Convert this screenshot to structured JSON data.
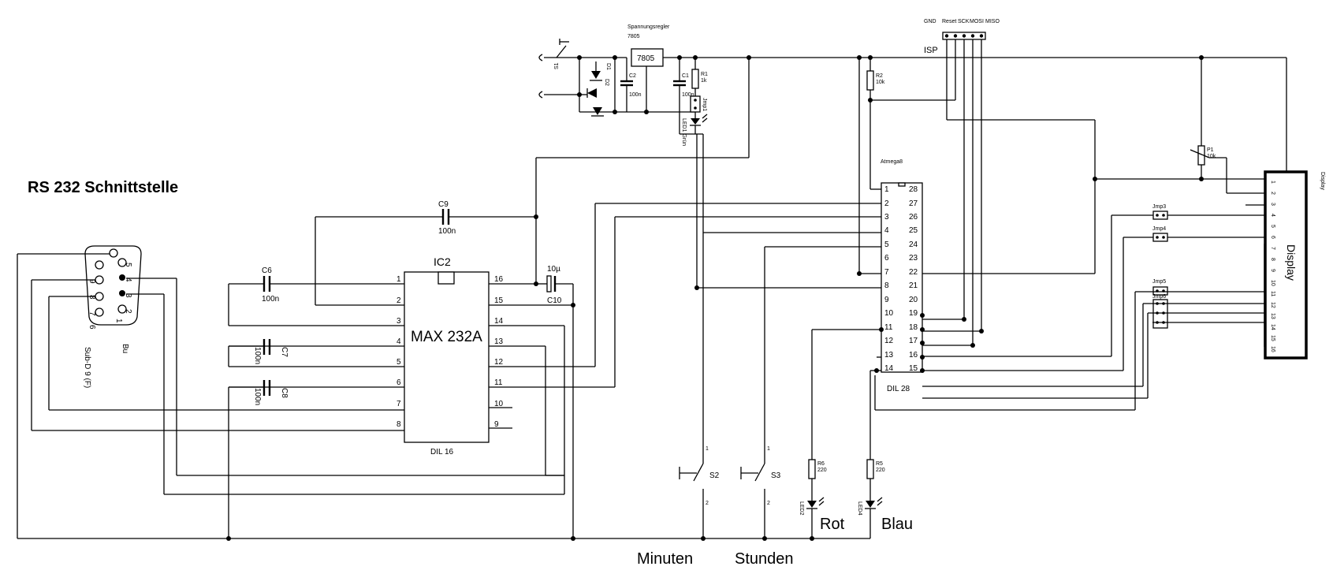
{
  "labels": {
    "rs232_title": "RS 232 Schnittstelle",
    "minuten": "Minuten",
    "stunden": "Stunden",
    "rot": "Rot",
    "blau": "Blau",
    "isp": "ISP",
    "isp_pins": [
      "GND",
      "Reset",
      "SCK",
      "MOSI",
      "MISO"
    ],
    "regulator_title": "Spannungsregler",
    "regulator_part": "7805",
    "regulator_box": "7805"
  },
  "max232": {
    "ref": "IC2",
    "name": "MAX 232A",
    "package": "DIL 16",
    "left_pins": [
      "1",
      "2",
      "3",
      "4",
      "5",
      "6",
      "7",
      "8"
    ],
    "right_pins": [
      "16",
      "15",
      "14",
      "13",
      "12",
      "11",
      "10",
      "9"
    ]
  },
  "atmega": {
    "name": "Atmega8",
    "package": "DIL 28",
    "left_pins": [
      "1",
      "2",
      "3",
      "4",
      "5",
      "6",
      "7",
      "8",
      "9",
      "10",
      "11",
      "12",
      "13",
      "14"
    ],
    "right_pins": [
      "28",
      "27",
      "26",
      "25",
      "24",
      "23",
      "22",
      "21",
      "20",
      "19",
      "18",
      "17",
      "16",
      "15"
    ]
  },
  "display": {
    "title": "Display",
    "side_label": "Display",
    "pins": [
      "1",
      "2",
      "3",
      "4",
      "5",
      "6",
      "7",
      "8",
      "9",
      "10",
      "11",
      "12",
      "13",
      "14",
      "15",
      "16"
    ]
  },
  "connector": {
    "name": "Sub-D 9 (F)",
    "suffix": "Bu",
    "pins_top": [
      "5",
      "4",
      "3",
      "2",
      "1"
    ],
    "pins_bottom": [
      "9",
      "8",
      "7",
      "6"
    ]
  },
  "capacitors": {
    "c6": {
      "ref": "C6",
      "value": "100n"
    },
    "c7": {
      "ref": "C7",
      "value": "100n"
    },
    "c8": {
      "ref": "C8",
      "value": "100n"
    },
    "c9": {
      "ref": "C9",
      "value": "100n"
    },
    "c10": {
      "ref": "C10",
      "value": "10µ"
    },
    "c1": {
      "ref": "C1",
      "value": "100n"
    },
    "c2": {
      "ref": "C2",
      "value": "100n"
    }
  },
  "resistors": {
    "r1": {
      "ref": "R1",
      "value": "1k"
    },
    "r2": {
      "ref": "R2",
      "value": "10k"
    },
    "r5": {
      "ref": "R5",
      "value": "220"
    },
    "r6": {
      "ref": "R6",
      "value": "220"
    },
    "p1": {
      "ref": "P1",
      "value": "10k"
    }
  },
  "leds": {
    "led1": "LED1 Grün",
    "led2": "LED2",
    "led4": "LED4"
  },
  "switches": {
    "s1": "S1",
    "s2": {
      "ref": "S2",
      "pin1": "1",
      "pin2": "2"
    },
    "s3": {
      "ref": "S3",
      "pin1": "1",
      "pin2": "2"
    }
  },
  "diodes": {
    "d1": "D1",
    "d2": "D2"
  },
  "jumpers": {
    "jmp1": "Jmp1",
    "jmp3": "Jmp3",
    "jmp4": "Jmp4",
    "jmp5": "Jmp5",
    "jmp6": "Jmp6"
  }
}
